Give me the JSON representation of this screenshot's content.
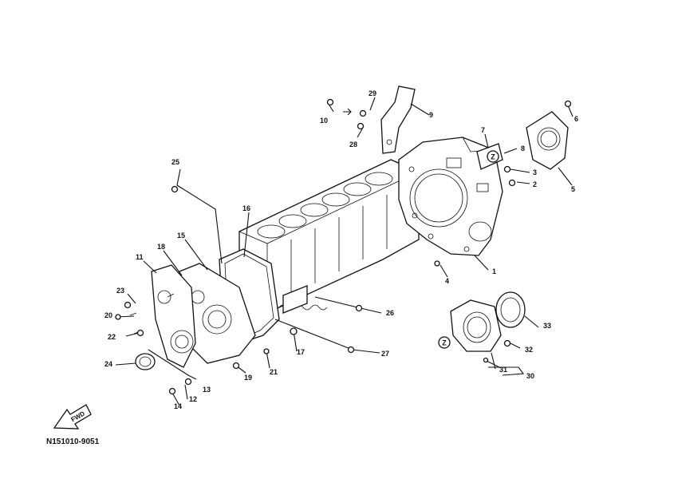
{
  "diagram": {
    "code": "N151010-9051",
    "fwd_label": "FWD",
    "replace_mark": "Z",
    "callouts": {
      "c1": "1",
      "c2": "2",
      "c3": "3",
      "c4": "4",
      "c5": "5",
      "c6": "6",
      "c7": "7",
      "c8": "8",
      "c9": "9",
      "c10": "10",
      "c11": "11",
      "c12": "12",
      "c13": "13",
      "c14": "14",
      "c15": "15",
      "c16": "16",
      "c17": "17",
      "c18": "18",
      "c19": "19",
      "c20": "20",
      "c21": "21",
      "c22": "22",
      "c23": "23",
      "c24": "24",
      "c25": "25",
      "c26": "26",
      "c27": "27",
      "c28": "28",
      "c29": "29",
      "c30": "30",
      "c31": "31",
      "c32": "32",
      "c33": "33"
    }
  }
}
